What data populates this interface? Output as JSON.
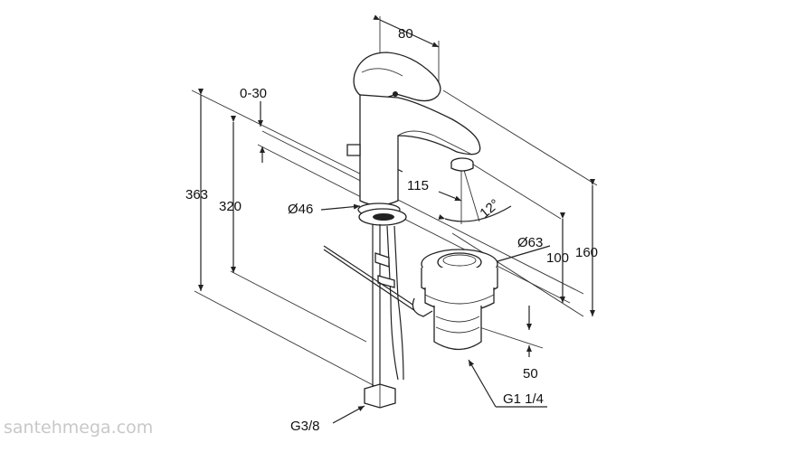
{
  "drawing": {
    "labels": {
      "spout_width": "80",
      "lever_range": "0-30",
      "total_height": "363",
      "mount_height": "320",
      "base_diameter": "Ø46",
      "reach": "115",
      "spout_angle": "12°",
      "waste_diameter": "Ø63",
      "spout_height": "100",
      "body_height": "160",
      "waste_length": "50",
      "hose_thread": "G3/8",
      "waste_thread": "G1 1/4"
    },
    "watermark": "santehmega.com"
  }
}
